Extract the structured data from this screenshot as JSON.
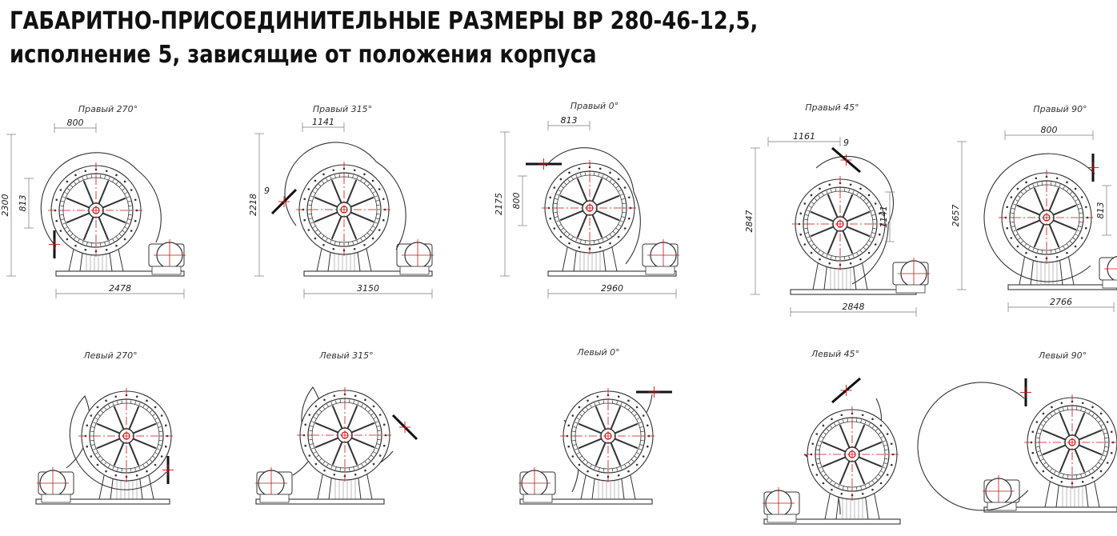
{
  "title": {
    "line1": "ГАБАРИТНО-ПРИСОЕДИНИТЕЛЬНЫЕ РАЗМЕРЫ ВР 280-46-12,5,",
    "line2": "исполнение 5, зависящие от положения корпуса"
  },
  "colors": {
    "line": "#333333",
    "dim": "#777777",
    "axis": "#cc1111",
    "hatch": "#aaaaaa"
  },
  "views": [
    {
      "label": "Правый 270°",
      "side": "right",
      "angle": 270,
      "dims": {
        "width": "2478",
        "height": "2300",
        "outlet_w": "800",
        "outlet_h": "813"
      }
    },
    {
      "label": "Правый 315°",
      "side": "right",
      "angle": 315,
      "dims": {
        "width": "3150",
        "height": "2218",
        "outlet_w": "1141",
        "flange": "9"
      }
    },
    {
      "label": "Правый 0°",
      "side": "right",
      "angle": 0,
      "dims": {
        "width": "2960",
        "height": "2175",
        "outlet_w": "813",
        "outlet_h": "800"
      }
    },
    {
      "label": "Правый 45°",
      "side": "right",
      "angle": 45,
      "dims": {
        "width": "2848",
        "height": "2847",
        "outlet_w": "1161",
        "outlet_h": "1141",
        "flange": "9"
      }
    },
    {
      "label": "Правый 90°",
      "side": "right",
      "angle": 90,
      "dims": {
        "width": "2766",
        "height": "2657",
        "outlet_w": "800",
        "outlet_h": "813"
      }
    },
    {
      "label": "Левый 270°",
      "side": "left",
      "angle": 270
    },
    {
      "label": "Левый 315°",
      "side": "left",
      "angle": 315
    },
    {
      "label": "Левый 0°",
      "side": "left",
      "angle": 0
    },
    {
      "label": "Левый 45°",
      "side": "left",
      "angle": 45
    },
    {
      "label": "Левый 90°",
      "side": "left",
      "angle": 90
    }
  ]
}
